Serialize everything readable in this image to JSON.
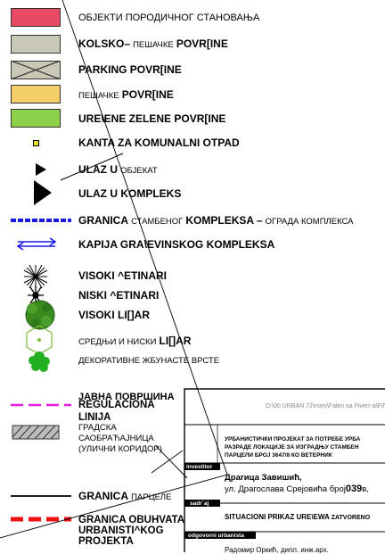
{
  "legend": {
    "residential": "ОБЈЕКТИ ПОРОДИЧНОГ СТАНОВАЊА",
    "kolsko_a": "KOLSKO–",
    "kolsko_b": "ПЕШАЧКЕ",
    "kolsko_c": "POVR[INE",
    "parking": "PARKING POVR[INE",
    "pesacke_a": "ПЕШАЧКЕ",
    "pesacke_b": "POVR[INE",
    "green": "URE\\ENE ZELENE POVR[INE",
    "bin": "KANTA ZA KOMUNALNI OTPAD",
    "entry_obj_a": "ULAZ U",
    "entry_obj_b": "ОБЈЕКАТ",
    "entry_complex": "ULAZ U KOMPLEKS",
    "border_a": "GRANICA",
    "border_b": "СТАМБЕНОГ",
    "border_c": "KOMPLEKSA –",
    "border_d": "ОГРАДА КОМПЛЕКСА",
    "gate": "KAPIJA GRA\\EVINSKOG KOMPLEKSA",
    "tall_conifer": "VISOKI ^ETINARI",
    "low_conifer": "NISKI ^ETINARI",
    "tall_deciduous": "VISOKI LI[]AR",
    "mid_deciduous_a": "СРЕДЊИ И НИСКИ",
    "mid_deciduous_b": "LI[]AR",
    "shrubs": "ДЕКОРАТИВНЕ ЖБУНАСТЕ ВРСТЕ",
    "public_area": "ЈАВНА ПОВРШИНА",
    "regulation": "REGULACIONA LINIJA",
    "traffic_a": "ГРАДСКА",
    "traffic_b": "САОБРАЋАЈНИЦА",
    "traffic_c": "(УЛИЧНИ КОРИДОР)",
    "parcel_a": "GRANICA",
    "parcel_b": "ПАРЦЕЛЕ",
    "plan_border": "GRANICA OBUHVATA URBANISTI^KOG PROJEKTA"
  },
  "title_block": {
    "file_path": "D:\\00 URBAN 72\\noro\\Falen sa Fiverr-a\\FIN",
    "project_title_1": "УРБАНИСТИЧКИ ПРОЈЕКАТ ЗА ПОТРЕБЕ УРБА",
    "project_title_2": "РАЗРАДЕ ЛОКАЦИЈЕ ЗА ИЗГРАДЊУ СТАМБЕН",
    "project_title_3": "ПАРЦЕЛИ БРОЈ 3647/8 КО ВЕТЕРНИК",
    "investor_label": "investitor",
    "investor_name": "Драгица Завишић,",
    "investor_addr_a": "ул. Драгослава Срејовића број",
    "investor_addr_num": "039",
    "investor_addr_b": "в,",
    "content_label": "sadr`aj",
    "drawing_title": "SITUACIONI PRIKAZ URE\\EWA",
    "drawing_title_b": "ZATVORENO",
    "planner_label": "odgovorni urbanista",
    "planner_name": "Радомир Оркић, дипл. инж.арх."
  },
  "colors": {
    "residential": "#e84a63",
    "kolsko": "#c9c7b6",
    "pesacke": "#f5d06a",
    "green": "#8dd14a",
    "bin": "#e8e020",
    "border_blue": "#1a1ae6",
    "regulation": "#e81ee8",
    "plan_border": "#ee1111",
    "tree_green": "#3a8a1e",
    "light_green": "#7bbf3a"
  }
}
